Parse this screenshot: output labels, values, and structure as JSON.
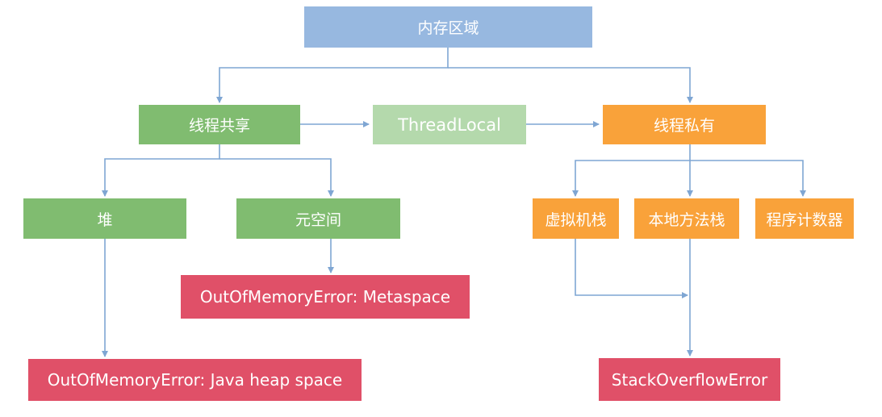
{
  "colors": {
    "root": "#97b8e0",
    "shared": "#80bc70",
    "threadlocal": "#b4d9ac",
    "private": "#f9a23a",
    "error": "#e05068",
    "connector": "#7fa6d3"
  },
  "nodes": {
    "root": "内存区域",
    "thread_shared": "线程共享",
    "threadlocal": "ThreadLocal",
    "thread_private": "线程私有",
    "heap": "堆",
    "metaspace": "元空间",
    "vm_stack": "虚拟机栈",
    "native_stack": "本地方法栈",
    "program_counter": "程序计数器",
    "oom_metaspace": "OutOfMemoryError: Metaspace",
    "oom_heap": "OutOfMemoryError: Java heap space",
    "stackoverflow": "StackOverflowError"
  }
}
